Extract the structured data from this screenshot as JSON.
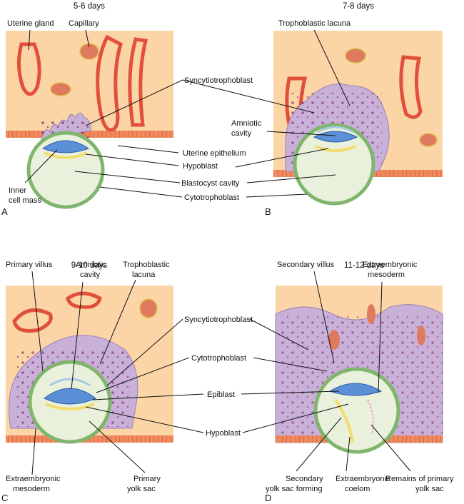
{
  "panels": {
    "A": {
      "letter": "A",
      "days": "5-6 days"
    },
    "B": {
      "letter": "B",
      "days": "7-8 days"
    },
    "C": {
      "letter": "C",
      "days": "9-10 days"
    },
    "D": {
      "letter": "D",
      "days": "11-12 days"
    }
  },
  "labels": {
    "uterine_gland": "Uterine gland",
    "capillary": "Capillary",
    "syncytiotrophoblast_top": "Syncytiotrophoblast",
    "uterine_epithelium": "Uterine epithelium",
    "hypoblast_top": "Hypoblast",
    "blastocyst_cavity": "Blastocyst cavity",
    "cytotrophoblast_top": "Cytotrophoblast",
    "inner_cell_mass_1": "Inner",
    "inner_cell_mass_2": "cell mass",
    "trophoblastic_lacuna_b": "Trophoblastic lacuna",
    "amniotic_cavity_b_1": "Amniotic",
    "amniotic_cavity_b_2": "cavity",
    "primary_villus": "Primary villus",
    "amniotic_cavity_c_1": "Amniotic",
    "amniotic_cavity_c_2": "cavity",
    "trophoblastic_lacuna_c_1": "Trophoblastic",
    "trophoblastic_lacuna_c_2": "lacuna",
    "syncytiotrophoblast_bottom": "Syncytiotrophoblast",
    "cytotrophoblast_bottom": "Cytotrophoblast",
    "epiblast": "Epiblast",
    "hypoblast_bottom": "Hypoblast",
    "extraembryonic_mesoderm_c_1": "Extraembryonic",
    "extraembryonic_mesoderm_c_2": "mesoderm",
    "primary_yolk_sac_1": "Primary",
    "primary_yolk_sac_2": "yolk sac",
    "secondary_villus": "Secondary villus",
    "extraembryonic_mesoderm_d_1": "Extraembryonic",
    "extraembryonic_mesoderm_d_2": "mesoderm",
    "secondary_yolk_sac_1": "Secondary",
    "secondary_yolk_sac_2": "yolk sac forming",
    "extraembryonic_coelom_1": "Extraembryonic",
    "extraembryonic_coelom_2": "coelom",
    "remains_primary_1": "Remains of primary",
    "remains_primary_2": "yolk sac"
  },
  "colors": {
    "tissue": "#fbd5a6",
    "gland_wall": "#e8593a",
    "capillary": "#e07a5f",
    "trophoblast": "#c8b0d8",
    "epiblast": "#5b8fd6",
    "hypoblast": "#f3dc6a",
    "cytotrophoblast": "#9bc68f",
    "cavity": "#e9f1dc"
  }
}
